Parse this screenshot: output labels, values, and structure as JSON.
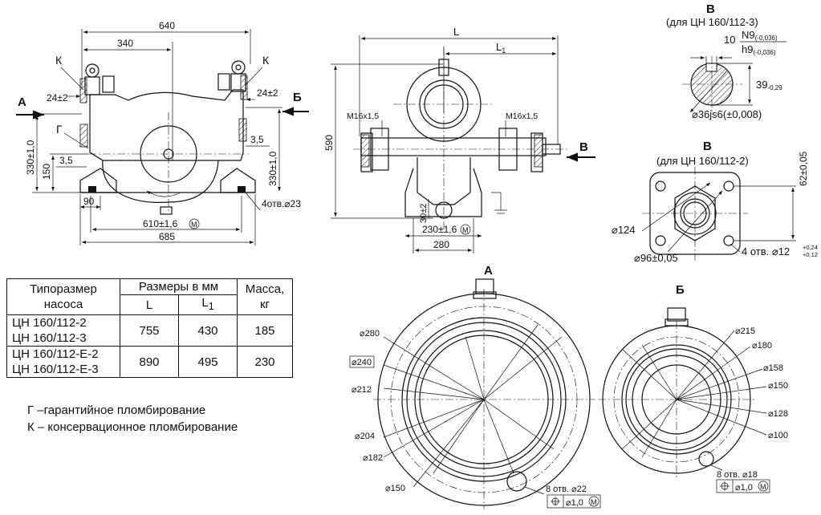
{
  "front_view": {
    "dims": {
      "d640": "640",
      "d340": "340",
      "d24_left": "24±2",
      "d24_right": "24±2",
      "d330_left": "330±1,0",
      "d150": "150",
      "d35_left": "3,5",
      "d35_right": "3,5",
      "d330_right": "330±1,0",
      "d90": "90",
      "holes": "4отв.⌀23",
      "d610": "610±1,6",
      "d685": "685"
    },
    "labels": {
      "k_left": "К",
      "k_right": "К",
      "g": "Г",
      "arrow_a": "А",
      "arrow_b": "Б"
    }
  },
  "side_view": {
    "dims": {
      "L": "L",
      "L1": "L",
      "L1_sub": "1",
      "d590": "590",
      "thread_left": "M16x1,5",
      "thread_right": "M16x1,5",
      "d30": "30±2",
      "d230": "230±1,6",
      "d280": "280"
    },
    "labels": {
      "arrow_v": "В"
    }
  },
  "detail_v3": {
    "title": "В",
    "subtitle": "(для ЦН 160/112-3)",
    "d10": "10",
    "n9": "N9",
    "n9_tol": "(-0,036)",
    "h9": "h9",
    "h9_tol": "(-0,036)",
    "d39": "39",
    "d39_tol": "-0,29",
    "d36": "⌀36js6(±0,008)"
  },
  "detail_v2": {
    "title": "В",
    "subtitle": "(для ЦН 160/112-2)",
    "d62": "62±0,05",
    "d124": "⌀124",
    "d96": "⌀96±0,05",
    "holes": "4 отв. ⌀12",
    "holes_tol_up": "+0,24",
    "holes_tol_dn": "+0,12"
  },
  "flange_a": {
    "title": "А",
    "dims": [
      "⌀280",
      "⌀240",
      "⌀212",
      "⌀204",
      "⌀182",
      "⌀150"
    ],
    "holes": "8 отв. ⌀22",
    "tolerance": "⌀1,0"
  },
  "flange_b": {
    "title": "Б",
    "dims": [
      "⌀215",
      "⌀180",
      "⌀158",
      "⌀150",
      "⌀128",
      "⌀100"
    ],
    "holes": "8 отв. ⌀18",
    "tolerance": "⌀1,0"
  },
  "table": {
    "header": {
      "model_1": "Типоразмер",
      "model_2": "насоса",
      "sizes": "Размеры в мм",
      "L": "L",
      "L1": "L",
      "L1_sub": "1",
      "mass_1": "Масса,",
      "mass_2": "кг"
    },
    "rows": [
      {
        "model_1": "ЦН 160/112-2",
        "model_2": "ЦН 160/112-3",
        "L": "755",
        "L1": "430",
        "mass": "185"
      },
      {
        "model_1": "ЦН 160/112-Е-2",
        "model_2": "ЦН 160/112-Е-3",
        "L": "890",
        "L1": "495",
        "mass": "230"
      }
    ]
  },
  "notes": {
    "g": "Г –гарантийное пломбирование",
    "k": "К – консервационное пломбирование"
  }
}
